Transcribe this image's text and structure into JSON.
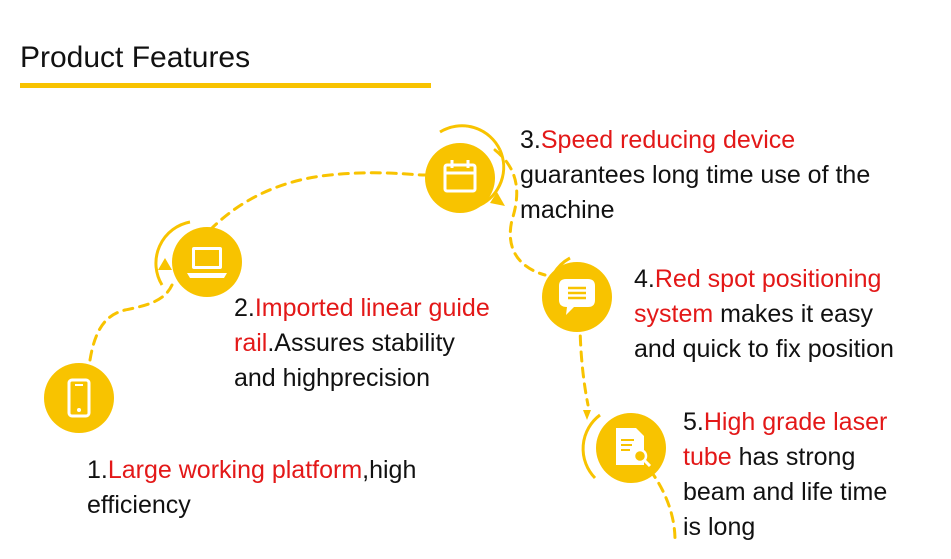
{
  "title": "Product Features",
  "colors": {
    "accent": "#F8C300",
    "highlight": "#E31818",
    "text": "#111111"
  },
  "features": [
    {
      "number": "1.",
      "highlight": "Large working platform",
      "rest": ",high",
      "line2": "efficiency",
      "icon": "smartphone-icon"
    },
    {
      "number": "2.",
      "highlight": "Imported linear guide",
      "highlight2": "rail",
      "rest2": ".Assures stability",
      "line3": "and highprecision",
      "icon": "laptop-icon"
    },
    {
      "number": "3.",
      "highlight": "Speed reducing device",
      "line2": "guarantees long time use of the",
      "line3": "machine",
      "icon": "calendar-icon"
    },
    {
      "number": "4.",
      "highlight": "Red spot positioning",
      "highlight2": "system",
      "rest2": " makes it easy",
      "line3": "and quick to fix position",
      "icon": "chat-bubble-icon"
    },
    {
      "number": "5.",
      "highlight": "High grade laser",
      "highlight2": "tube",
      "rest2": " has strong",
      "line3": "beam and life time",
      "line4": "is long",
      "icon": "document-search-icon"
    }
  ]
}
